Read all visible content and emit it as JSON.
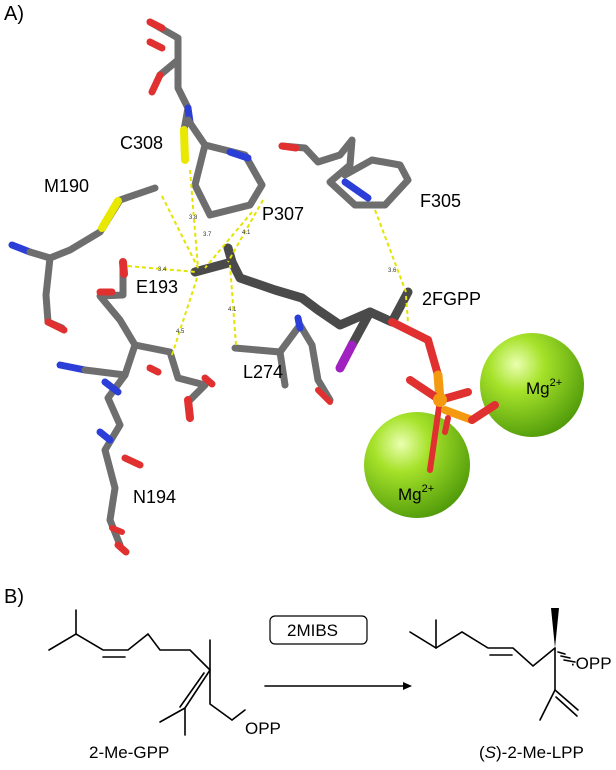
{
  "panel_a": {
    "label": "A)",
    "residues": {
      "c308": "C308",
      "m190": "M190",
      "p307": "P307",
      "f305": "F305",
      "e193": "E193",
      "fgpp": "2FGPP",
      "l274": "L274",
      "n194": "N194"
    },
    "ions": {
      "mg_symbol": "Mg",
      "mg_charge": "2+"
    },
    "distances": {
      "d1": "3.8",
      "d2": "3.7",
      "d3": "4.1",
      "d4": "3.4",
      "d5": "4.5",
      "d6": "4.1",
      "d7": "3.6"
    },
    "colors": {
      "carbon": "#6e6e6e",
      "sulfur": "#e8e800",
      "nitrogen": "#2b3fd8",
      "oxygen": "#e03030",
      "phosphorus": "#f39a10",
      "fluorine": "#a020c0",
      "magnesium": "#7fd11c",
      "contact": "#e4e400"
    }
  },
  "panel_b": {
    "label": "B)",
    "enzyme": "2MIBS",
    "substrate_name": "2-Me-GPP",
    "product_name_prefix": "(",
    "product_name_italic": "S",
    "product_name_suffix": ")-2-Me-LPP",
    "opp_label": "OPP"
  }
}
